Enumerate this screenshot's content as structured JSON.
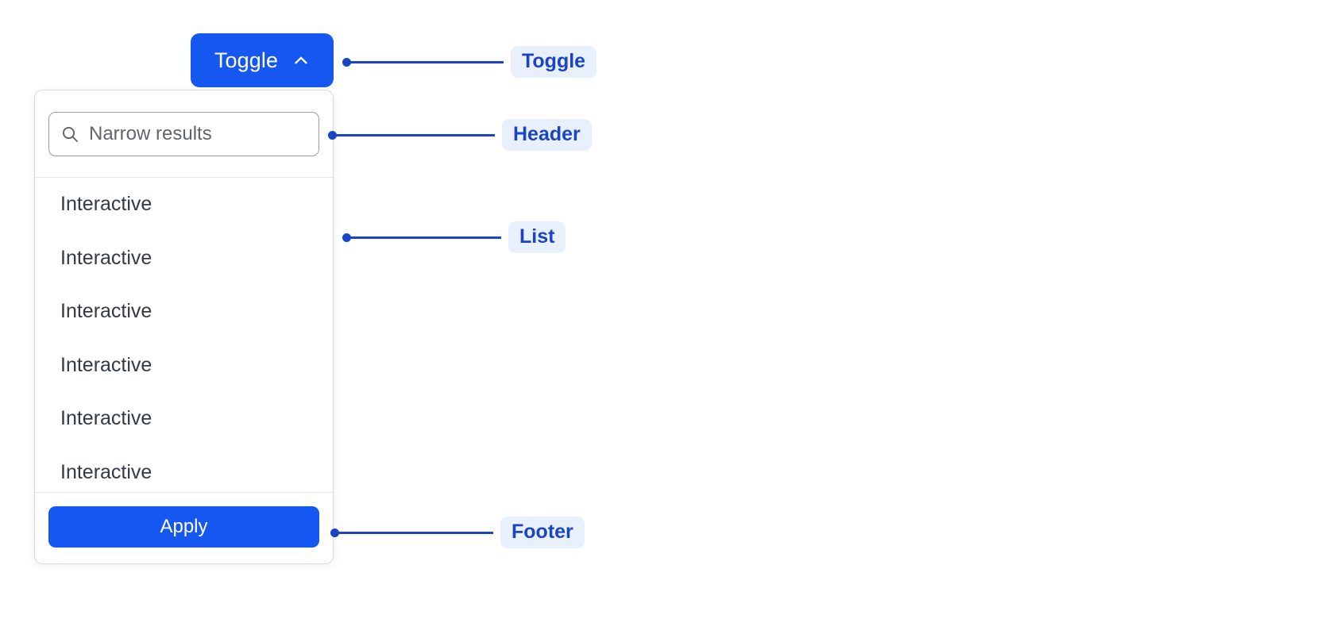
{
  "colors": {
    "accent_blue": "#1557f0",
    "annotation_blue": "#1b44c4",
    "annotation_badge_bg": "#e8f0fd",
    "panel_border": "#d7d9dd",
    "divider": "#e4e5e8",
    "list_text": "#343942",
    "placeholder_text": "#5f646e",
    "page_background": "#ffffff"
  },
  "toggle": {
    "label": "Toggle",
    "icon": "chevron-up-icon",
    "expanded": true
  },
  "dropdown": {
    "header": {
      "search": {
        "value": "",
        "placeholder": "Narrow results",
        "icon": "search-icon"
      }
    },
    "list": {
      "items": [
        {
          "label": "Interactive"
        },
        {
          "label": "Interactive"
        },
        {
          "label": "Interactive"
        },
        {
          "label": "Interactive"
        },
        {
          "label": "Interactive"
        },
        {
          "label": "Interactive"
        }
      ]
    },
    "footer": {
      "apply_label": "Apply"
    }
  },
  "annotations": [
    {
      "label": "Toggle"
    },
    {
      "label": "Header"
    },
    {
      "label": "List"
    },
    {
      "label": "Footer"
    }
  ]
}
